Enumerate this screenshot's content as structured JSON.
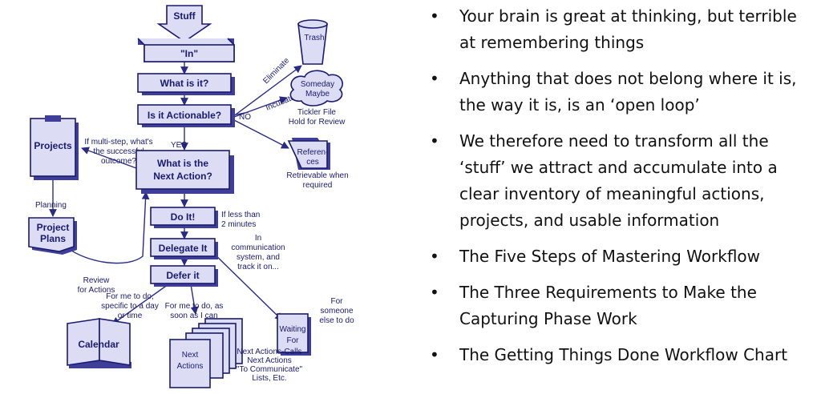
{
  "diagram": {
    "stuff": "Stuff",
    "in": "\"In\"",
    "what_is_it": "What is it?",
    "is_actionable": "Is it Actionable?",
    "no": "NO",
    "yes": "YES",
    "eliminate": "Eliminate",
    "trash": "Trash",
    "incubate": "Incubate",
    "someday_1": "Someday",
    "someday_2": "Maybe",
    "tickler_1": "Tickler File",
    "tickler_2": "Hold for Review",
    "references_1": "Referen-",
    "references_2": "ces",
    "retrievable_1": "Retrievable when",
    "retrievable_2": "required",
    "projects": "Projects",
    "multi_step_1": "If multi-step, what's",
    "multi_step_2": "the successful",
    "multi_step_3": "outcome?",
    "next_action_1": "What is the",
    "next_action_2": "Next Action?",
    "planning": "Planning",
    "project_plans_1": "Project",
    "project_plans_2": "Plans",
    "review_1": "Review",
    "review_2": "for Actions",
    "do_it": "Do It!",
    "less_than_1": "If less than",
    "less_than_2": "2 minutes",
    "delegate_it": "Delegate It",
    "comm_1": "In",
    "comm_2": "communication",
    "comm_3": "system, and",
    "comm_4": "track it on...",
    "defer_it": "Defer it",
    "specific_1": "For me to do,",
    "specific_2": "specific to a day",
    "specific_3": "or time",
    "asap_1": "For me to do, as",
    "asap_2": "soon as I can",
    "calendar": "Calendar",
    "waiting_1": "Waiting",
    "waiting_2": "For",
    "someone_1": "For",
    "someone_2": "someone",
    "someone_3": "else to do",
    "next_actions_1": "Next",
    "next_actions_2": "Actions",
    "lists_1": "Next Actions-Calls",
    "lists_2": "Next Actions",
    "lists_3": "\"To Communicate\"",
    "lists_4": "Lists, Etc."
  },
  "bullets": [
    "Your brain is great at thinking, but terrible at remembering things",
    "Anything that does not belong where it is, the way it is, is an ‘open loop’",
    "We therefore need to transform all the ‘stuff’ we attract and accumulate into a clear inventory of meaningful actions, projects, and usable information",
    "The Five Steps of Mastering Workflow",
    "The Three Requirements to Make the Capturing Phase Work",
    "The Getting Things Done Workflow Chart"
  ]
}
